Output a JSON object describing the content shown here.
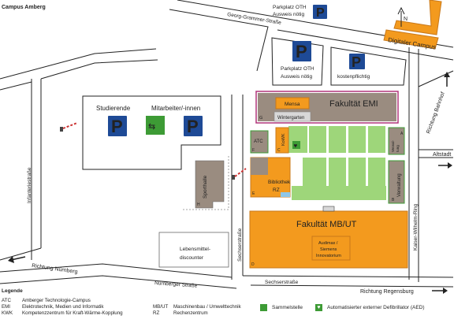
{
  "map": {
    "title": "Campus Amberg",
    "streets": {
      "georg_grammer": "Georg-Grammer-Straße",
      "infanterie": "Infanteriestraße",
      "sechser_vertical": "Sechserstraße",
      "sechser_bottom": "Sechserstraße",
      "nuernberger": "Nürnberger Straße",
      "kaiser_wilhelm": "Kaiser-Wilhelm-Ring"
    },
    "directions": {
      "nuernberg": "Richtung Nürnberg",
      "regensburg": "Richtung Regensburg",
      "bahnhof": "Richtung Bahnhof",
      "altstadt": "Altstadt"
    },
    "parking": {
      "symbol": "P",
      "oth_top": [
        "Parkplatz OTH",
        "Ausweis nötig"
      ],
      "oth_mid": [
        "Parkplatz OTH",
        "Ausweis nötig"
      ],
      "free": "kostenpflichtig",
      "students": "Studierende",
      "staff": "Mitarbeiter/-innen"
    },
    "buildings": {
      "digital_campus": "Digitaler Campus",
      "faculty_emi": "Fakultät EMI",
      "mensa": "Mensa",
      "wintergarten": "Wintergarten",
      "atc": "ATC",
      "kwk": "KoWK",
      "library": [
        "Bibliothek",
        "RZ"
      ],
      "verwaltung_short": [
        "Verwal-",
        "tung"
      ],
      "verwaltung": "Verwaltung",
      "sporthalle": "Sporthalle",
      "faculty_mbut": "Fakultät MB/UT",
      "audimax": [
        "Audimax /",
        "Siemens",
        "Innovatorium"
      ],
      "lebensmittel": [
        "Lebensmittel-",
        "discounter"
      ]
    },
    "building_letters": {
      "G": "G",
      "F": "F",
      "C": "C",
      "E": "E",
      "A": "A",
      "B": "B",
      "H": "H",
      "D": "D"
    },
    "north": "N",
    "colors": {
      "building": "#f39a1e",
      "building_border": "#c8781a",
      "gray_building": "#9a8c80",
      "green": "#9ed67a",
      "emi_border": "#b0357a",
      "parking": "#1e4a96",
      "aed": "#3d9b35",
      "street": "#222222"
    }
  },
  "legend": {
    "title": "Legende",
    "left": [
      {
        "abbr": "ATC",
        "text": "Amberger Technologie-Campus"
      },
      {
        "abbr": "EMI",
        "text": "Elektrotechnik, Medien und Informatik"
      },
      {
        "abbr": "KWK",
        "text": "Kompetenzzentrum für Kraft-Wärme-Kopplung"
      }
    ],
    "right": [
      {
        "abbr": "MB/UT",
        "text": "Maschinenbau / Umwelttechnik"
      },
      {
        "abbr": "RZ",
        "text": "Rechenzentrum"
      }
    ],
    "assembly": "Sammelstelle",
    "aed": "Automatisierter externer Defibrillator (AED)"
  }
}
